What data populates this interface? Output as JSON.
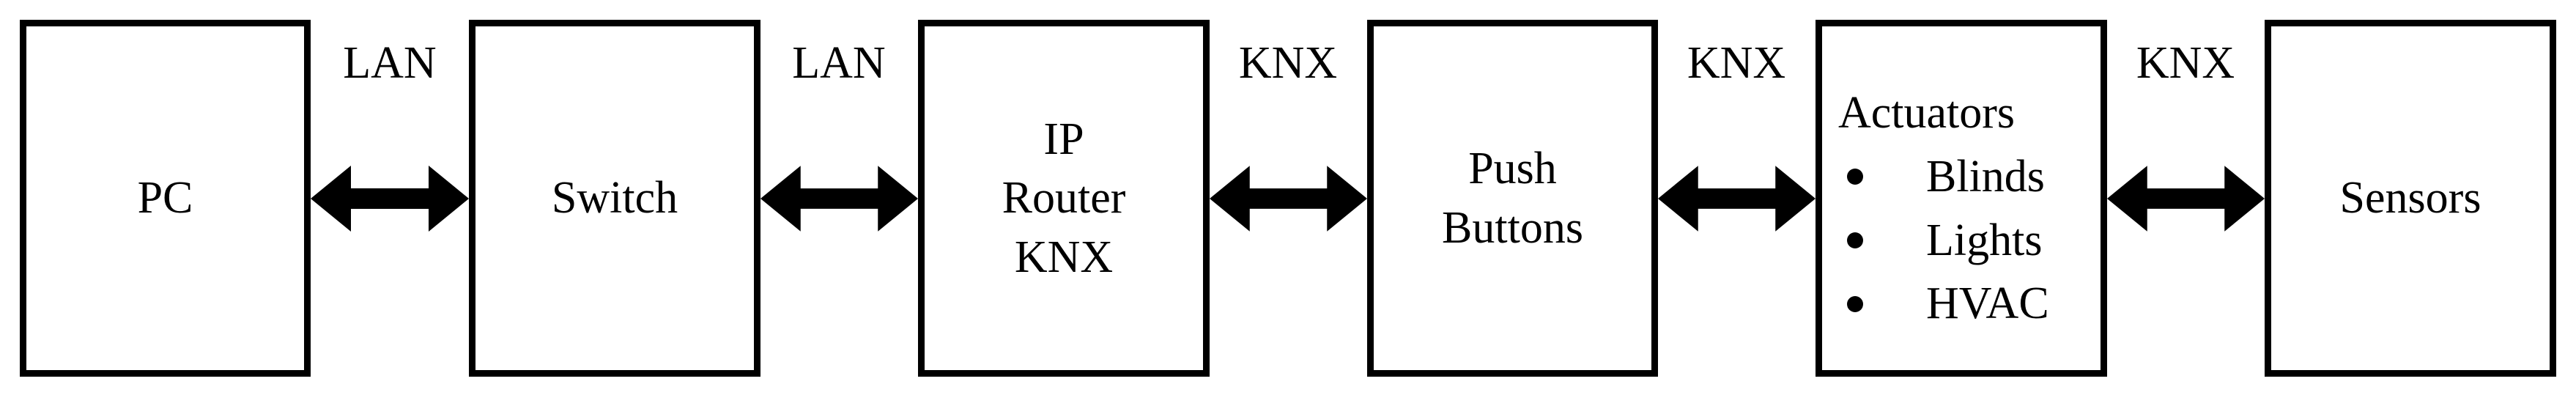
{
  "diagram": {
    "nodes": [
      {
        "id": "pc",
        "lines": [
          "PC"
        ]
      },
      {
        "id": "switch",
        "lines": [
          "Switch"
        ]
      },
      {
        "id": "ip-router",
        "lines": [
          "IP",
          "Router",
          "KNX"
        ]
      },
      {
        "id": "push-buttons",
        "lines": [
          "Push",
          "Buttons"
        ]
      },
      {
        "id": "actuators",
        "title": "Actuators",
        "items": [
          "Blinds",
          "Lights",
          "HVAC"
        ]
      },
      {
        "id": "sensors",
        "lines": [
          "Sensors"
        ]
      }
    ],
    "links": [
      {
        "from": "pc",
        "to": "switch",
        "label": "LAN",
        "direction": "bidirectional"
      },
      {
        "from": "switch",
        "to": "ip-router",
        "label": "LAN",
        "direction": "bidirectional"
      },
      {
        "from": "ip-router",
        "to": "push-buttons",
        "label": "KNX",
        "direction": "bidirectional"
      },
      {
        "from": "push-buttons",
        "to": "actuators",
        "label": "KNX",
        "direction": "bidirectional"
      },
      {
        "from": "actuators",
        "to": "sensors",
        "label": "KNX",
        "direction": "bidirectional"
      }
    ]
  }
}
